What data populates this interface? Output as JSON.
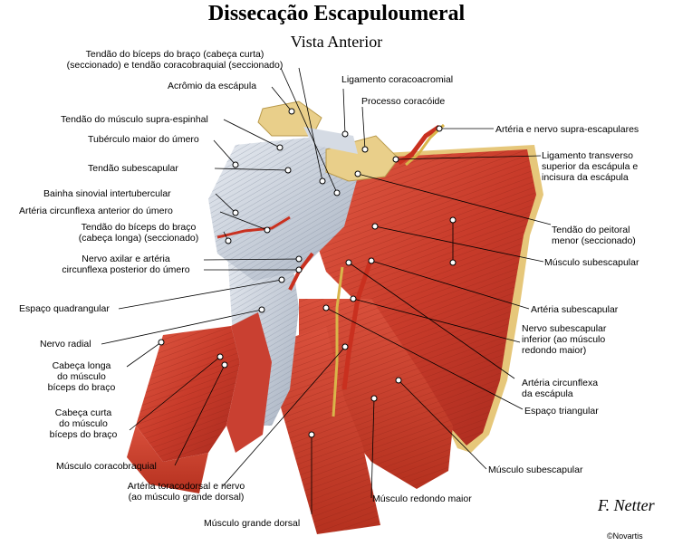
{
  "title": "Dissecação Escapuloumeral",
  "subtitle": "Vista Anterior",
  "labels": {
    "biceps_curta_coraco": "Tendão do bíceps do braço (cabeça curta)\n(seccionado) e tendão coracobraquial (seccionado)",
    "acromio": "Acrômio da escápula",
    "supraespinhal": "Tendão do músculo supra-espinhal",
    "tuberculo": "Tubérculo maior do úmero",
    "subescapular_tendao": "Tendão subescapular",
    "bainha": "Bainha sinovial intertubercular",
    "circunflexa_anterior": "Artéria circunflexa anterior do úmero",
    "biceps_longa": "Tendão do bíceps do braço\n(cabeça longa) (seccionado)",
    "axilar": "Nervo axilar e artéria\ncircunflexa posterior do úmero",
    "quadrangular": "Espaço quadrangular",
    "radial": "Nervo radial",
    "cabeca_longa": "Cabeça longa\ndo músculo\nbíceps do braço",
    "cabeca_curta": "Cabeça curta\ndo músculo\nbíceps do braço",
    "coracobraquial": "Músculo coracobraquial",
    "toracodorsal": "Artéria toracodorsal e nervo\n(ao músculo grande dorsal)",
    "grande_dorsal": "Músculo grande dorsal",
    "coracoacromial": "Ligamento coracoacromial",
    "coracoide": "Processo coracóide",
    "supraescapulares": "Artéria e nervo supra-escapulares",
    "transverso": "Ligamento transverso\nsuperior da escápula e\nincisura da escápula",
    "peitoral": "Tendão do peitoral\nmenor (seccionado)",
    "subescapular_musculo_1": "Músculo subescapular",
    "art_subescapular": "Artéria subescapular",
    "nervo_subescapular": "Nervo subescapular\ninferior (ao músculo\nredondo maior)",
    "circunflexa_escapula": "Artéria circunflexa\nda escápula",
    "triangular": "Espaço triangular",
    "subescapular_musculo_2": "Músculo subescapular",
    "redondo_maior": "Músculo redondo maior"
  },
  "signature": "F. Netter",
  "copyright": "©Novartis"
}
